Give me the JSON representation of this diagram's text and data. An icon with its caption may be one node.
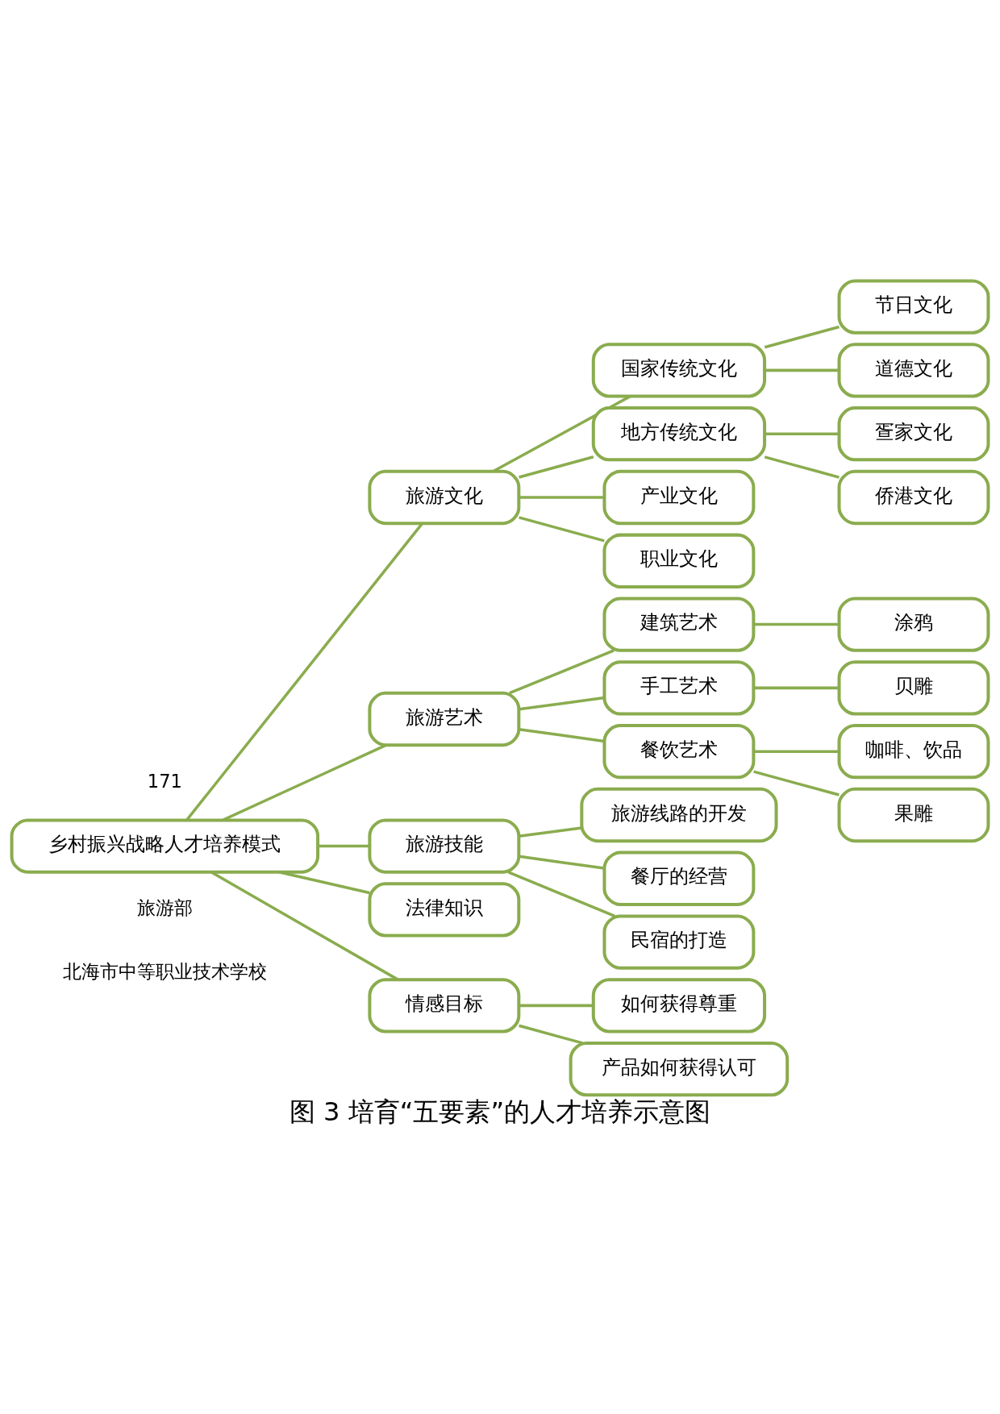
{
  "diagram": {
    "caption": "图 3 培育“五要素”的人才培养示意图",
    "nodes": [
      {
        "text": [
          "乡村振兴战略人才培养模式"
        ]
      },
      {
        "text": [
          "旅游文化"
        ]
      },
      {
        "text": [
          "国家传统文化"
        ]
      },
      {
        "text": [
          "节日文化"
        ]
      },
      {
        "text": [
          "道德文化"
        ]
      },
      {
        "text": [
          "地方传统文化"
        ]
      },
      {
        "text": [
          "疍家文化"
        ]
      },
      {
        "text": [
          "侨港文化"
        ]
      },
      {
        "text": [
          "产业文化"
        ]
      },
      {
        "text": [
          "职业文化"
        ]
      },
      {
        "text": [
          "旅游艺术"
        ]
      },
      {
        "text": [
          "建筑艺术"
        ]
      },
      {
        "text": [
          "涂鸦"
        ]
      },
      {
        "text": [
          "手工艺术"
        ]
      },
      {
        "text": [
          "贝雕"
        ]
      },
      {
        "text": [
          "餐饮艺术"
        ]
      },
      {
        "text": [
          "咖啡、饮品"
        ]
      },
      {
        "text": [
          "果雕"
        ]
      },
      {
        "text": [
          "旅游技能"
        ]
      },
      {
        "text": [
          "旅游线路的开发"
        ]
      },
      {
        "text": [
          "餐厅的经营"
        ]
      },
      {
        "text": [
          "民宿的打造"
        ]
      },
      {
        "text": [
          "法律知识"
        ]
      },
      {
        "text": [
          "情感目标"
        ]
      },
      {
        "text": [
          "如何获得尊重"
        ]
      },
      {
        "text": [
          "产品如何获得认可"
        ]
      }
    ],
    "edges": [
      {
        "from": 0,
        "to": 1,
        "arrow": "none"
      },
      {
        "from": 1,
        "to": 2,
        "arrow": "none"
      },
      {
        "from": 2,
        "to": 3,
        "arrow": "none"
      },
      {
        "from": 2,
        "to": 4,
        "arrow": "none"
      },
      {
        "from": 1,
        "to": 5,
        "arrow": "none"
      },
      {
        "from": 5,
        "to": 6,
        "arrow": "none"
      },
      {
        "from": 5,
        "to": 7,
        "arrow": "none"
      },
      {
        "from": 1,
        "to": 8,
        "arrow": "none"
      },
      {
        "from": 1,
        "to": 9,
        "arrow": "none"
      },
      {
        "from": 0,
        "to": 10,
        "arrow": "none"
      },
      {
        "from": 10,
        "to": 11,
        "arrow": "none"
      },
      {
        "from": 11,
        "to": 12,
        "arrow": "none"
      },
      {
        "from": 10,
        "to": 13,
        "arrow": "none"
      },
      {
        "from": 13,
        "to": 14,
        "arrow": "none"
      },
      {
        "from": 10,
        "to": 15,
        "arrow": "none"
      },
      {
        "from": 15,
        "to": 16,
        "arrow": "none"
      },
      {
        "from": 15,
        "to": 17,
        "arrow": "none"
      },
      {
        "from": 0,
        "to": 18,
        "arrow": "none"
      },
      {
        "from": 18,
        "to": 19,
        "arrow": "none"
      },
      {
        "from": 18,
        "to": 20,
        "arrow": "none"
      },
      {
        "from": 18,
        "to": 21,
        "arrow": "none"
      },
      {
        "from": 0,
        "to": 22,
        "arrow": "none"
      },
      {
        "from": 0,
        "to": 23,
        "arrow": "none"
      },
      {
        "from": 23,
        "to": 24,
        "arrow": "none"
      },
      {
        "from": 23,
        "to": 25,
        "arrow": "none"
      }
    ],
    "labels": [
      "北海市中等职业技术学校",
      "旅游部",
      "171"
    ]
  }
}
